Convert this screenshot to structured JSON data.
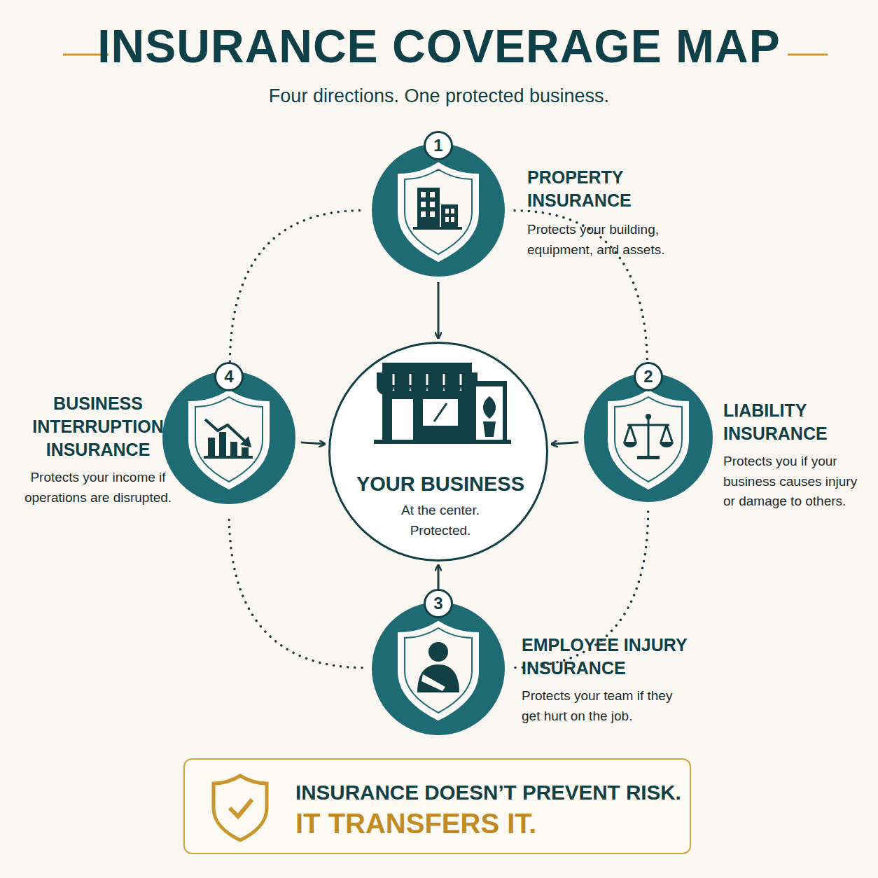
{
  "diagram": {
    "title": "INSURANCE COVERAGE MAP",
    "nodes": [
      {
        "text": [
          "PROPERTY INSURANCE",
          "Protects your building, equipment, and assets."
        ]
      },
      {
        "text": [
          "BUSINESS INTERRUPTION INSURANCE",
          "Protects your income if operations are disrupted."
        ]
      },
      {
        "text": [
          "YOUR BUSINESS",
          "At the center. Protected."
        ]
      },
      {
        "text": [
          "LIABILITY INSURANCE",
          "Protects you if your business causes injury or damage to others."
        ]
      },
      {
        "text": [
          "EMPLOYEE INJURY INSURANCE",
          "Protects your team if they get hurt on the job."
        ]
      },
      {
        "text": [
          "INSURANCE DOESN’T PREVENT RISK.",
          "IT TRANSFERS IT."
        ]
      }
    ],
    "edges": [
      {
        "from": 0,
        "to": 2,
        "arrow": "to"
      },
      {
        "from": 3,
        "to": 2,
        "arrow": "to"
      },
      {
        "from": 4,
        "to": 2,
        "arrow": "to"
      },
      {
        "from": 1,
        "to": 2,
        "arrow": "to"
      },
      {
        "from": 0,
        "to": 3,
        "arrow": "none"
      },
      {
        "from": 3,
        "to": 4,
        "arrow": "none"
      },
      {
        "from": 4,
        "to": 1,
        "arrow": "none"
      },
      {
        "from": 1,
        "to": 0,
        "arrow": "none"
      }
    ],
    "labels": [
      "Four directions. One protected business.",
      "1",
      "2",
      "3",
      "4"
    ]
  }
}
